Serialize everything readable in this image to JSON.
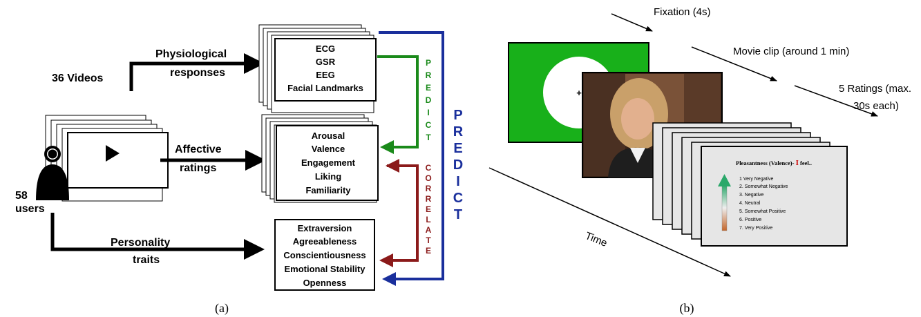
{
  "panel_a": {
    "caption": "(a)",
    "videos_label": "36 Videos",
    "users_label_1": "58",
    "users_label_2": "users",
    "physio_label_1": "Physiological",
    "physio_label_2": "responses",
    "affective_label_1": "Affective",
    "affective_label_2": "ratings",
    "personality_label_1": "Personality",
    "personality_label_2": "traits",
    "physio_items": [
      "ECG",
      "GSR",
      "EEG",
      "Facial Landmarks"
    ],
    "affect_items": [
      "Arousal",
      "Valence",
      "Engagement",
      "Liking",
      "Familiarity"
    ],
    "trait_items": [
      "Extraversion",
      "Agreeableness",
      "Conscientiousness",
      "Emotional Stability",
      "Openness"
    ],
    "predict_small_letters": [
      "P",
      "R",
      "E",
      "D",
      "I",
      "C",
      "T"
    ],
    "correlate_letters": [
      "C",
      "O",
      "R",
      "R",
      "E",
      "L",
      "A",
      "T",
      "E"
    ],
    "predict_big_letters": [
      "P",
      "R",
      "E",
      "D",
      "I",
      "C",
      "T"
    ],
    "colors": {
      "green": "#1a8a1a",
      "darkred": "#8b1a1a",
      "blue": "#1a2f9c",
      "black": "#000000"
    }
  },
  "panel_b": {
    "caption": "(b)",
    "fixation_label": "Fixation (4s)",
    "movie_label": "Movie clip (around 1 min)",
    "ratings_label_1": "5 Ratings (max.",
    "ratings_label_2": "30s each)",
    "time_label": "Time",
    "fixation_cross": "+",
    "rating_title_a": "Pleasantness (Valence)- ",
    "rating_title_b": "I",
    "rating_title_c": " feel..",
    "rating_options": [
      "1 Very Negative",
      "2. Somewhat Negative",
      "3. Negative",
      "4. Neutral",
      "5. Somewhat Positive",
      "6. Positive",
      "7. Very Positive"
    ],
    "colors": {
      "fixation_bg": "#18b01a",
      "rating_bg": "#e6e6e6"
    }
  }
}
